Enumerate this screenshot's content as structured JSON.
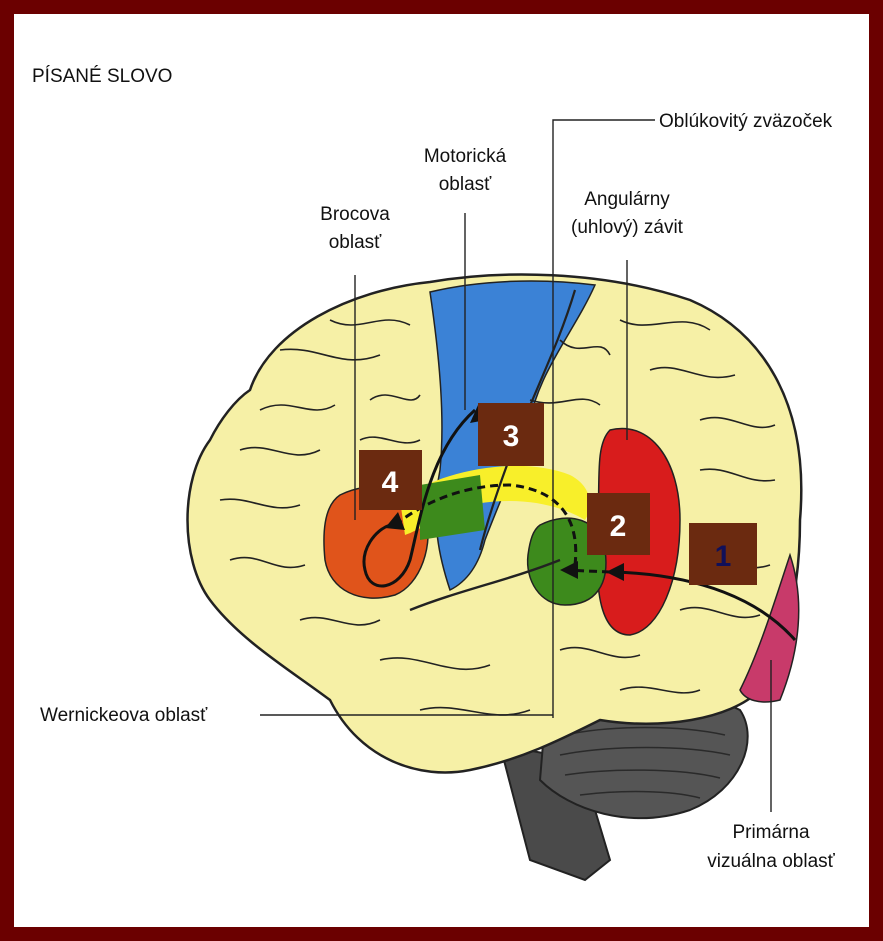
{
  "title": "PÍSANÉ SLOVO",
  "labels": {
    "arcuate": "Oblúkovitý zväzoček",
    "motor_l1": "Motorická",
    "motor_l2": "oblasť",
    "broca_l1": "Brocova",
    "broca_l2": "oblasť",
    "angular_l1": "Angulárny",
    "angular_l2": "(uhlový) závit",
    "wernicke": "Wernickeova oblasť",
    "visual_l1": "Primárna",
    "visual_l2": "vizuálna oblasť"
  },
  "steps": [
    "1",
    "2",
    "3",
    "4"
  ],
  "colors": {
    "frame": "#6b0000",
    "brain": "#f6f0a6",
    "motor": "#3b82d6",
    "broca": "#e0541b",
    "angular": "#d81c1c",
    "wernicke": "#3d8a1c",
    "arcuate": "#f8ef2a",
    "visual": "#c83a6a",
    "cerebellum": "#505050",
    "badge": "#6b2a10"
  }
}
